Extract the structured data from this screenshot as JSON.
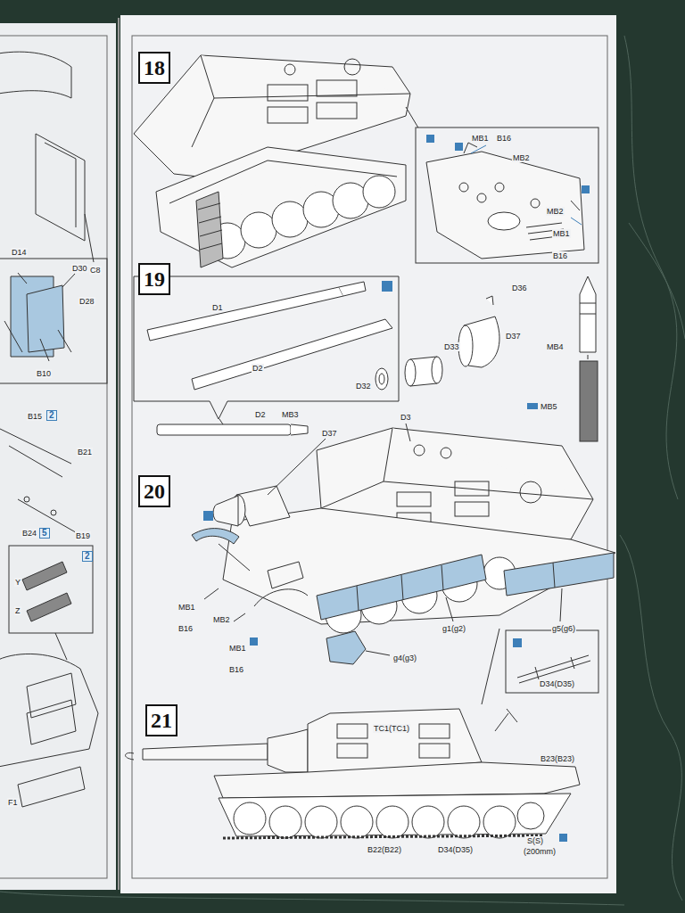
{
  "diagram": {
    "nodes": [
      {
        "text": [
          "18"
        ]
      },
      {
        "text": [
          "19"
        ]
      },
      {
        "text": [
          "20"
        ]
      },
      {
        "text": [
          "21"
        ]
      }
    ],
    "labels": [
      "C8",
      "D14",
      "D30",
      "D28",
      "B10",
      "B15",
      "2",
      "B21",
      "B24",
      "5",
      "B19",
      "2",
      "Y",
      "Z",
      "F1",
      "MB1",
      "B16",
      "MB2",
      "MB2",
      "MB1",
      "B16",
      "D1",
      "D2",
      "D36",
      "D33",
      "D37",
      "D32",
      "MB4",
      "MB5",
      "D2",
      "MB3",
      "D37",
      "D3",
      "MB1",
      "B16",
      "MB2",
      "MB1",
      "B16",
      "g4(g3)",
      "g1(g2)",
      "g5(g6)",
      "TC1(TC1)",
      "D34(D35)",
      "B23(B23)",
      "B22(B22)",
      "D34(D35)",
      "S(S)",
      "(200mm)"
    ]
  }
}
